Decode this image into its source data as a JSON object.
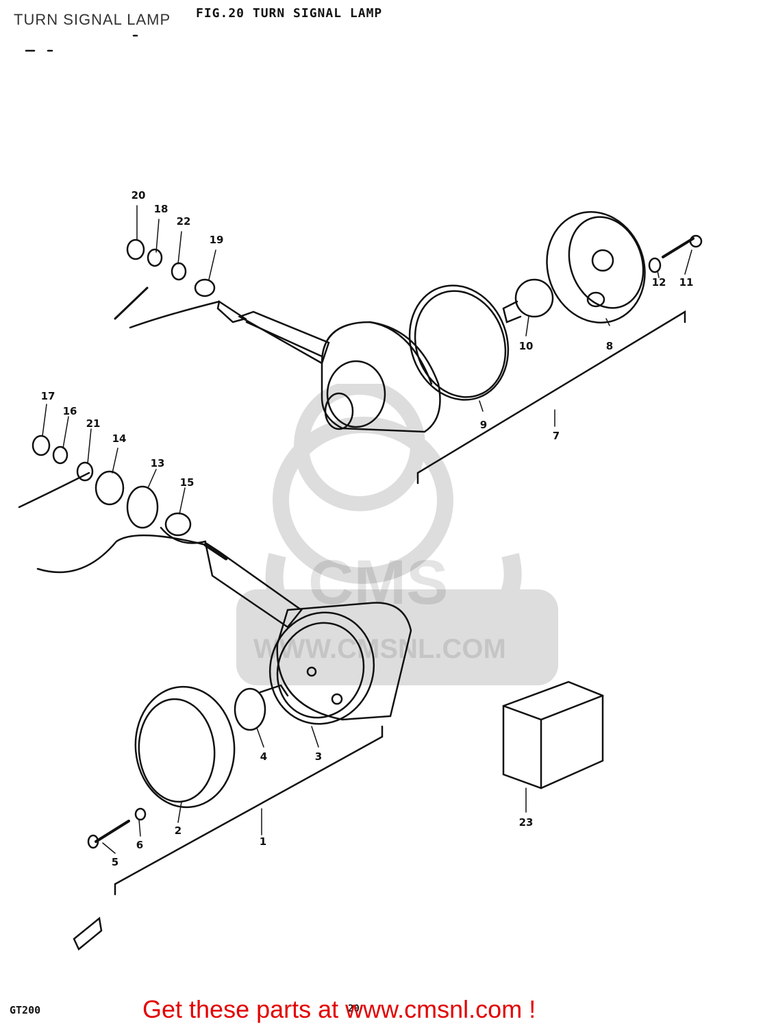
{
  "page_title": "TURN SIGNAL LAMP",
  "figure_header": "FIG.20  TURN SIGNAL LAMP",
  "model": "GT200",
  "page_number": "20",
  "cta": "Get these parts at www.cmsnl.com !",
  "watermark": {
    "brand": "CMS",
    "url": "WWW.CMSNL.COM"
  },
  "callouts": {
    "c1": "1",
    "c2": "2",
    "c3": "3",
    "c4": "4",
    "c5": "5",
    "c6": "6",
    "c7": "7",
    "c8": "8",
    "c9": "9",
    "c10": "10",
    "c11": "11",
    "c12": "12",
    "c13": "13",
    "c14": "14",
    "c15": "15",
    "c16": "16",
    "c17": "17",
    "c18": "18",
    "c19": "19",
    "c20": "20",
    "c21": "21",
    "c22": "22",
    "c23": "23"
  },
  "colors": {
    "ink": "#111111",
    "cta": "#e30000",
    "background": "#ffffff"
  }
}
